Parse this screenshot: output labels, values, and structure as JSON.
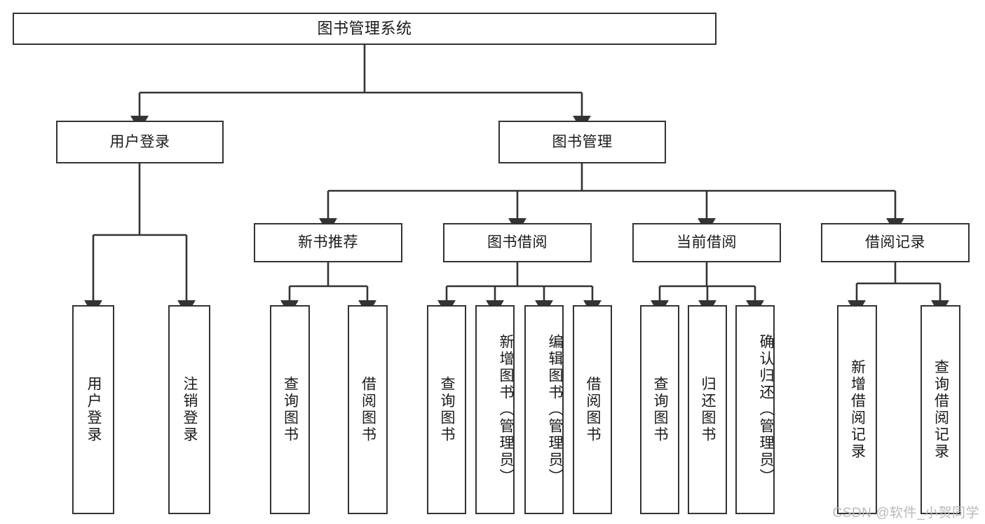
{
  "diagram": {
    "title": "图书管理系统",
    "type": "tree-hierarchy",
    "watermark": "CSDN @软件_小贺同学",
    "colors": {
      "border": "#333333",
      "background": "#ffffff",
      "text": "#1a1a1a",
      "edge": "#333333",
      "watermark": "#b9b9b9"
    },
    "nodes": {
      "root": {
        "label": "图书管理系统"
      },
      "level1": [
        {
          "id": "user-login",
          "label": "用户登录"
        },
        {
          "id": "book-management",
          "label": "图书管理"
        }
      ],
      "level2": [
        {
          "id": "new-book-recommend",
          "label": "新书推荐"
        },
        {
          "id": "book-borrow",
          "label": "图书借阅"
        },
        {
          "id": "current-borrow",
          "label": "当前借阅"
        },
        {
          "id": "borrow-record",
          "label": "借阅记录"
        }
      ],
      "leaves": {
        "user_login": [
          {
            "id": "leaf-user-login",
            "label": "用户登录"
          },
          {
            "id": "leaf-logout",
            "label": "注销登录"
          }
        ],
        "new_book_recommend": [
          {
            "id": "leaf-query-book-1",
            "label": "查询图书"
          },
          {
            "id": "leaf-borrow-book-1",
            "label": "借阅图书"
          }
        ],
        "book_borrow": [
          {
            "id": "leaf-query-book-2",
            "label": "查询图书"
          },
          {
            "id": "leaf-add-book",
            "label": "新增图书（管理员）"
          },
          {
            "id": "leaf-edit-book",
            "label": "编辑图书（管理员）"
          },
          {
            "id": "leaf-borrow-book-2",
            "label": "借阅图书"
          }
        ],
        "current_borrow": [
          {
            "id": "leaf-query-book-3",
            "label": "查询图书"
          },
          {
            "id": "leaf-return-book",
            "label": "归还图书"
          },
          {
            "id": "leaf-confirm-return",
            "label": "确认归还（管理员）"
          }
        ],
        "borrow_record": [
          {
            "id": "leaf-add-record",
            "label": "新增借阅记录"
          },
          {
            "id": "leaf-query-record",
            "label": "查询借阅记录"
          }
        ]
      }
    }
  }
}
